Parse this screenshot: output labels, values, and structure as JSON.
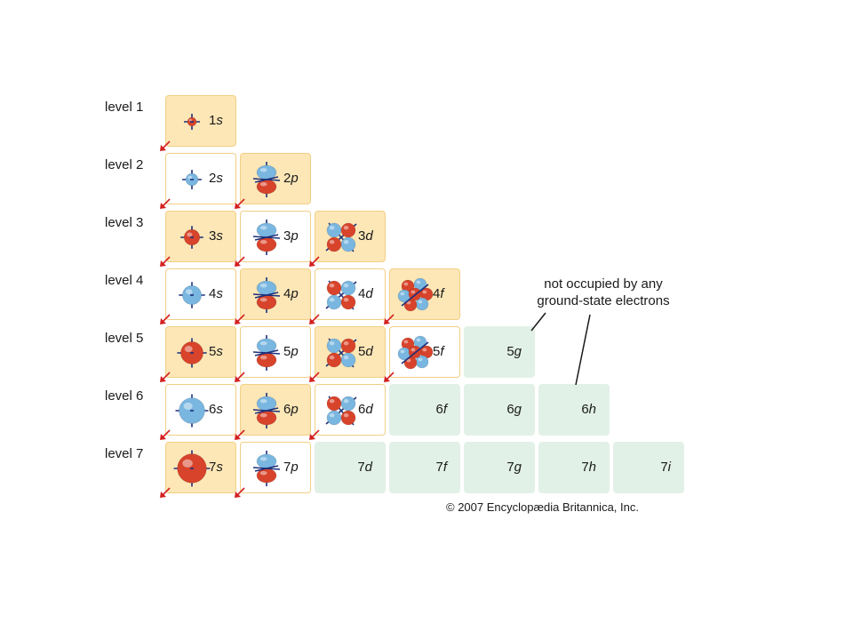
{
  "levels": [
    "level 1",
    "level 2",
    "level 3",
    "level 4",
    "level 5",
    "level 6",
    "level 7"
  ],
  "cells": [
    {
      "num": "1",
      "sub": "s",
      "state": "occupied"
    },
    {
      "num": "2",
      "sub": "s",
      "state": "occupied"
    },
    {
      "num": "2",
      "sub": "p",
      "state": "occupied"
    },
    {
      "num": "3",
      "sub": "s",
      "state": "occupied"
    },
    {
      "num": "3",
      "sub": "p",
      "state": "occupied"
    },
    {
      "num": "3",
      "sub": "d",
      "state": "occupied"
    },
    {
      "num": "4",
      "sub": "s",
      "state": "occupied"
    },
    {
      "num": "4",
      "sub": "p",
      "state": "occupied"
    },
    {
      "num": "4",
      "sub": "d",
      "state": "occupied"
    },
    {
      "num": "4",
      "sub": "f",
      "state": "occupied"
    },
    {
      "num": "5",
      "sub": "s",
      "state": "occupied"
    },
    {
      "num": "5",
      "sub": "p",
      "state": "occupied"
    },
    {
      "num": "5",
      "sub": "d",
      "state": "occupied"
    },
    {
      "num": "5",
      "sub": "f",
      "state": "occupied"
    },
    {
      "num": "5",
      "sub": "g",
      "state": "unoccupied"
    },
    {
      "num": "6",
      "sub": "s",
      "state": "occupied"
    },
    {
      "num": "6",
      "sub": "p",
      "state": "occupied"
    },
    {
      "num": "6",
      "sub": "d",
      "state": "occupied"
    },
    {
      "num": "6",
      "sub": "f",
      "state": "unoccupied"
    },
    {
      "num": "6",
      "sub": "g",
      "state": "unoccupied"
    },
    {
      "num": "6",
      "sub": "h",
      "state": "unoccupied"
    },
    {
      "num": "7",
      "sub": "s",
      "state": "occupied"
    },
    {
      "num": "7",
      "sub": "p",
      "state": "occupied"
    },
    {
      "num": "7",
      "sub": "d",
      "state": "unoccupied"
    },
    {
      "num": "7",
      "sub": "f",
      "state": "unoccupied"
    },
    {
      "num": "7",
      "sub": "g",
      "state": "unoccupied"
    },
    {
      "num": "7",
      "sub": "h",
      "state": "unoccupied"
    },
    {
      "num": "7",
      "sub": "i",
      "state": "unoccupied"
    }
  ],
  "annotation": {
    "line1": "not occupied by any",
    "line2": "ground-state electrons"
  },
  "credit": "© 2007 Encyclopædia Britannica, Inc.",
  "colors": {
    "occupied_tan": "#fde7b7",
    "occupied_white": "#ffffff",
    "cell_border": "#f2cf85",
    "unoccupied": "#e2f1e7",
    "lobe_red": "#d8432b",
    "lobe_blue": "#79b6e0",
    "axis_navy": "#1d2f7a",
    "arrow_red": "#d42020"
  }
}
